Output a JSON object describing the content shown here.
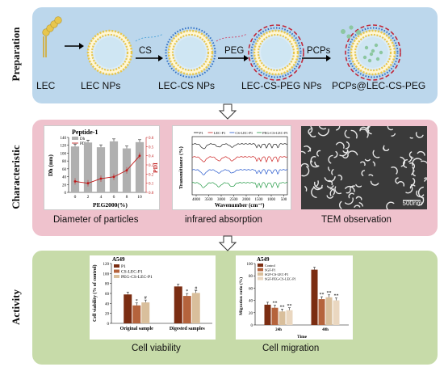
{
  "sections": {
    "preparation": "Preparation",
    "characteristic": "Characteristic",
    "activity": "Activity"
  },
  "prep": {
    "labels": [
      "LEC",
      "LEC NPs",
      "LEC-CS NPs",
      "LEC-CS-PEG NPs",
      "PCPs@LEC-CS-PEG"
    ],
    "steps": [
      "CS",
      "PEG",
      "PCPs"
    ]
  },
  "characteristic": {
    "captions": [
      "Diameter of particles",
      "infrared absorption",
      "TEM observation"
    ],
    "dls": {
      "title": "Peptide-1",
      "legend": [
        "Dh",
        "PDI"
      ],
      "xlabel": "PEG2000(%)",
      "ylabel_left": "Dh (nm)",
      "ylabel_right": "PDI",
      "x": [
        "0",
        "2",
        "4",
        "6",
        "8",
        "10"
      ],
      "left_ticks": [
        "0",
        "20",
        "40",
        "60",
        "80",
        "100",
        "120",
        "140"
      ],
      "right_ticks": [
        "0.0",
        "0.1",
        "0.2",
        "0.3",
        "0.4",
        "0.5",
        "0.6"
      ]
    },
    "ir": {
      "legend": [
        "P1",
        "LEC-P1",
        "CS-LEC-P1",
        "PEG-CS-LEC-P1"
      ],
      "ylabel": "Transmittance (%)",
      "xlabel": "Wavenumber (cm⁻¹)",
      "x_ticks": [
        "4000",
        "3500",
        "3000",
        "2500",
        "2000",
        "1500",
        "1000",
        "500"
      ]
    },
    "tem": {
      "scale": "500nm"
    }
  },
  "activity": {
    "captions": [
      "Cell viability",
      "Cell migration"
    ],
    "viability": {
      "title": "A549",
      "legend": [
        "P1",
        "CS-LEC-P1",
        "PEG-CS-LEC-P1"
      ],
      "ylabel": "Cell viability (% of control)",
      "y_ticks": [
        "0",
        "20",
        "40",
        "60",
        "80",
        "100",
        "120"
      ],
      "groups": [
        "Original sample",
        "Digested samples"
      ],
      "markers": [
        "*",
        "#",
        "*",
        "#"
      ]
    },
    "migration": {
      "title": "A549",
      "legend": [
        "Control",
        "SGF-P1",
        "SGF-CS-LEC-P1",
        "SGF-PEG-CS-LEC-P1"
      ],
      "ylabel": "Migration ratio (%)",
      "xlabel": "Time",
      "y_ticks": [
        "0",
        "20",
        "40",
        "60",
        "80",
        "100"
      ],
      "groups": [
        "24h",
        "48h"
      ],
      "markers": [
        "**",
        "**",
        "**",
        "**",
        "**",
        "**"
      ]
    }
  },
  "chart_data": [
    {
      "type": "bar",
      "title": "Peptide-1",
      "xlabel": "PEG2000(%)",
      "ylabel": "Dh (nm)",
      "categories": [
        "0",
        "2",
        "4",
        "6",
        "8",
        "10"
      ],
      "series": [
        {
          "name": "Dh",
          "values": [
            117,
            127,
            115,
            130,
            112,
            128
          ]
        },
        {
          "name": "PDI",
          "values": [
            0.12,
            0.1,
            0.15,
            0.17,
            0.24,
            0.4
          ]
        }
      ],
      "ylim": [
        0,
        140
      ],
      "y2lim": [
        0,
        0.6
      ]
    },
    {
      "type": "bar",
      "title": "A549",
      "ylabel": "Cell viability (% of control)",
      "categories": [
        "Original sample",
        "Digested samples"
      ],
      "series": [
        {
          "name": "P1",
          "values": [
            58,
            74
          ]
        },
        {
          "name": "CS-LEC-P1",
          "values": [
            36,
            55
          ]
        },
        {
          "name": "PEG-CS-LEC-P1",
          "values": [
            42,
            61
          ]
        }
      ],
      "ylim": [
        0,
        120
      ]
    },
    {
      "type": "bar",
      "title": "A549",
      "xlabel": "Time",
      "ylabel": "Migration ratio (%)",
      "categories": [
        "24h",
        "48h"
      ],
      "series": [
        {
          "name": "Control",
          "values": [
            33,
            90
          ]
        },
        {
          "name": "SGF-P1",
          "values": [
            28,
            42
          ]
        },
        {
          "name": "SGF-CS-LEC-P1",
          "values": [
            22,
            45
          ]
        },
        {
          "name": "SGF-PEG-CS-LEC-P1",
          "values": [
            24,
            40
          ]
        }
      ],
      "ylim": [
        0,
        100
      ]
    }
  ],
  "colors": {
    "prep_bg": "#bcd7ec",
    "char_bg": "#efc2cd",
    "act_bg": "#c7dba9",
    "lec_yellow": "#e7c64d",
    "cs_blue": "#2f6fc4",
    "peg_red": "#c0283a",
    "pcp_green": "#8cc7a0",
    "bar_brown1": "#7b2d12",
    "bar_brown2": "#b5633c",
    "bar_tan": "#d9bf9c",
    "bar_gray": "#b0b0b0",
    "pdi_red": "#c01818"
  }
}
